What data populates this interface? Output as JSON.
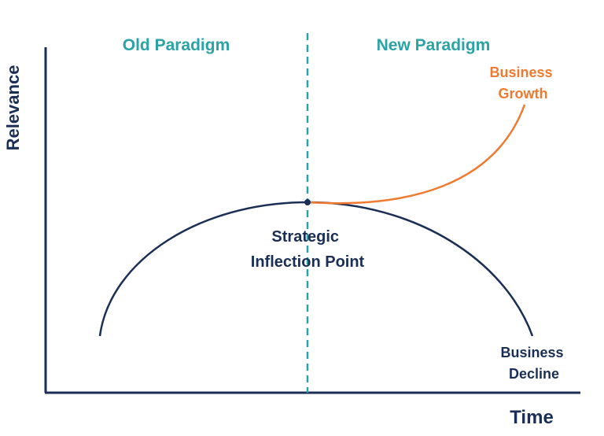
{
  "diagram": {
    "axis_y_label": "Relevance",
    "axis_x_label": "Time",
    "old_paradigm_label": "Old Paradigm",
    "new_paradigm_label": "New Paradigm",
    "growth_label": [
      "Business",
      "Growth"
    ],
    "decline_label": [
      "Business",
      "Decline"
    ],
    "inflection_label": [
      "Strategic",
      "Inflection Point"
    ],
    "colors": {
      "axis": "#1b2f56",
      "main_curve": "#1b2f56",
      "growth_curve": "#f07a2f",
      "divider": "#2aa3a6",
      "paradigm_text": "#2aa3a6",
      "growth_text": "#f07a2f",
      "dark_text": "#1b2f56"
    }
  }
}
